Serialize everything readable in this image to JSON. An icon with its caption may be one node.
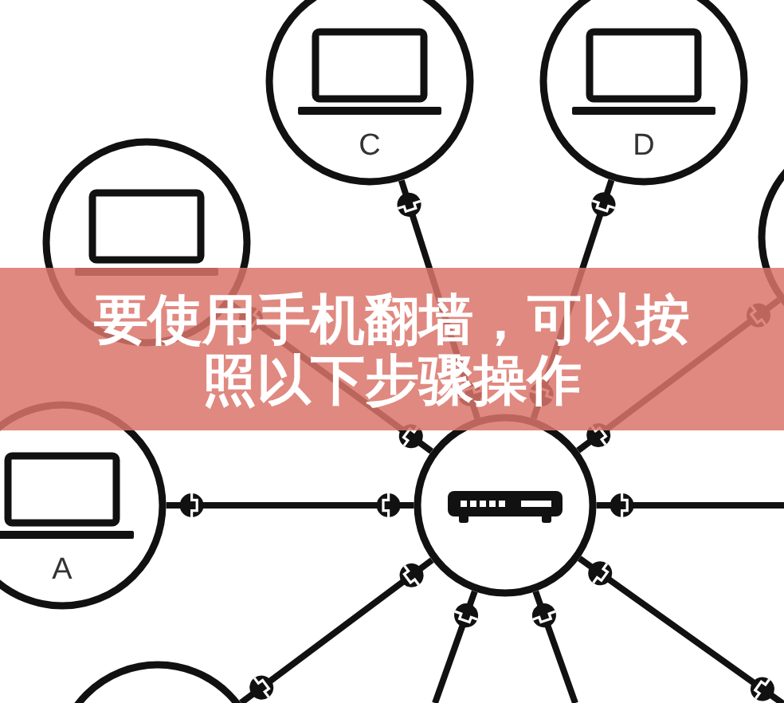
{
  "diagram": {
    "title": "要使用手机翻墙，可以按照以下步骤操作",
    "nodes": [
      {
        "text": [
          "C"
        ]
      },
      {
        "text": [
          "D"
        ]
      },
      {
        "text": [],
        "shape": "circle"
      },
      {
        "text": [],
        "shape": "circle"
      },
      {
        "text": [
          "A"
        ]
      },
      {
        "text": [],
        "shape": "circle"
      },
      {
        "text": [],
        "shape": "circle"
      }
    ],
    "edges": [
      {
        "from": 5,
        "to": 0,
        "arrow": "other"
      },
      {
        "from": 5,
        "to": 1,
        "arrow": "other"
      },
      {
        "from": 5,
        "to": 2,
        "arrow": "other"
      },
      {
        "from": 5,
        "to": 3,
        "arrow": "other"
      },
      {
        "from": 4,
        "to": 5,
        "arrow": "other"
      },
      {
        "from": 5,
        "to": null,
        "arrow": "other"
      },
      {
        "from": 5,
        "to": null,
        "arrow": "other"
      },
      {
        "from": 5,
        "to": null,
        "arrow": "other"
      },
      {
        "from": 5,
        "to": null,
        "arrow": "other"
      },
      {
        "from": 5,
        "to": 6,
        "arrow": "other"
      }
    ]
  }
}
